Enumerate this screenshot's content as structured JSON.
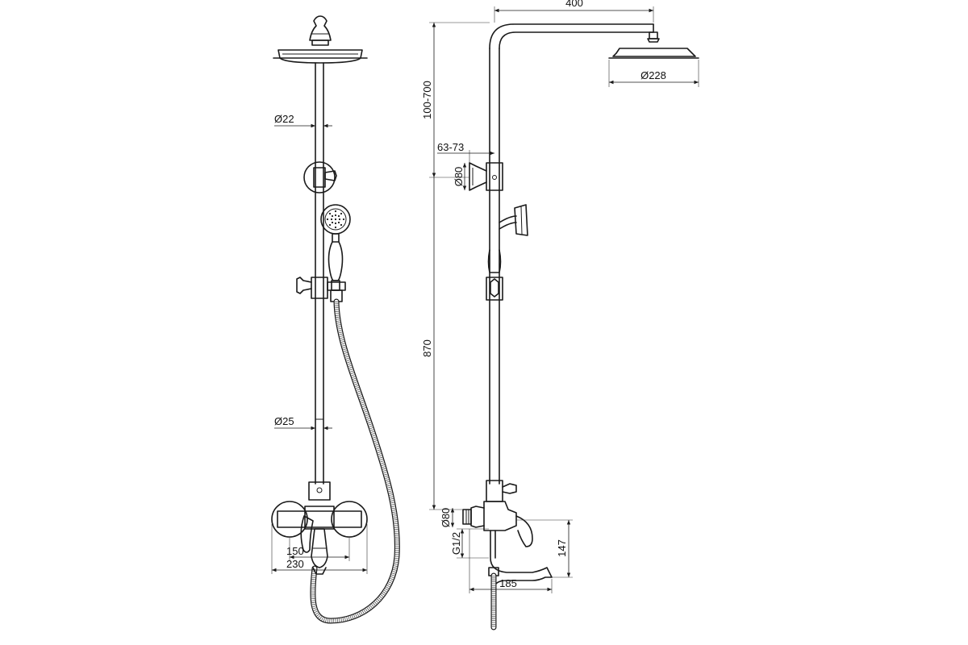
{
  "dimensions": {
    "arm_length": "400",
    "head_diameter": "Ø228",
    "height_range": "100-700",
    "rod_diameter": "Ø22",
    "wall_offset": "63-73",
    "bracket_diameter_top": "Ø80",
    "column_height": "870",
    "pipe_diameter": "Ø25",
    "mixer_diameter": "Ø80",
    "thread": "G1/2",
    "spout_height": "147",
    "centers_min": "150",
    "centers_max": "230",
    "spout_reach": "185"
  },
  "colors": {
    "line": "#1a1a1a",
    "background": "#ffffff"
  }
}
